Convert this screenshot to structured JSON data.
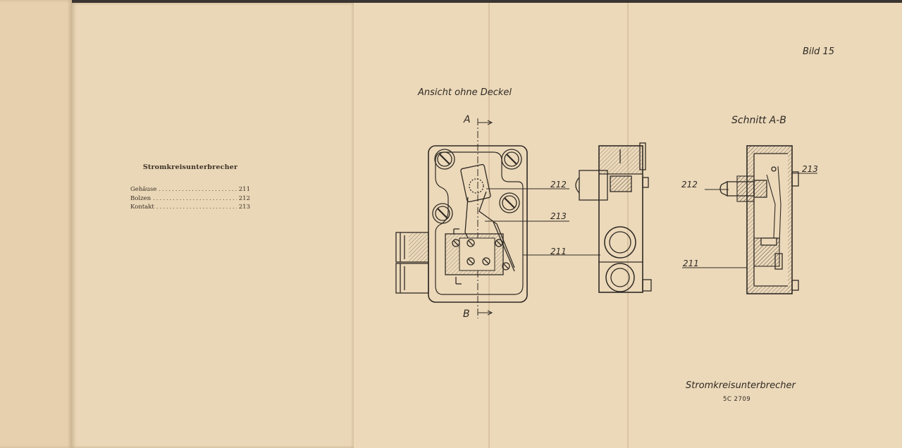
{
  "left_page": {
    "title": "Stromkreisunterbrecher",
    "parts": [
      {
        "name": "Gehäuse",
        "num": "211"
      },
      {
        "name": "Bolzen",
        "num": "212"
      },
      {
        "name": "Kontakt",
        "num": "213"
      }
    ]
  },
  "right_page": {
    "figure_number": "Bild 15",
    "view_caption": "Ansicht ohne Deckel",
    "section_caption": "Schnitt A-B",
    "section_mark_top": "A",
    "section_mark_bottom": "B",
    "front_labels": {
      "p212": "212",
      "p213": "213",
      "p211": "211"
    },
    "section_labels": {
      "p212": "212",
      "p213": "213",
      "p211": "211"
    },
    "drawing_title": "Stromkreisunterbrecher",
    "drawing_code": "5C 2709"
  }
}
